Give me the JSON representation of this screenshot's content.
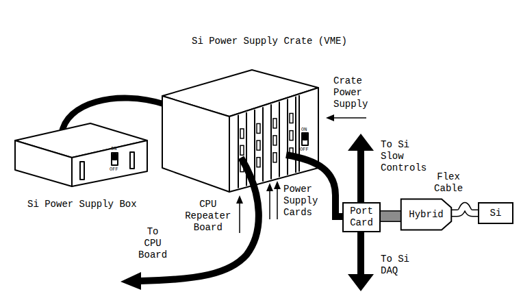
{
  "diagram": {
    "nodes": [
      {
        "text": [
          "Port Card"
        ]
      },
      {
        "text": [
          "Hybrid"
        ]
      },
      {
        "text": [
          "Si"
        ]
      }
    ],
    "edges": [
      {
        "from": 0,
        "to": 1,
        "arrow": "none"
      },
      {
        "from": 1,
        "to": 2,
        "arrow": "none"
      }
    ],
    "labels": [
      "Si Power Supply Crate (VME)",
      "Crate Power Supply",
      "Power Supply Cards",
      "CPU Repeater Board",
      "To CPU Board",
      "Si Power Supply Box",
      "To Si Slow Controls",
      "Flex Cable",
      "To Si DAQ",
      "ON",
      "OFF",
      "ON",
      "OFF"
    ]
  }
}
